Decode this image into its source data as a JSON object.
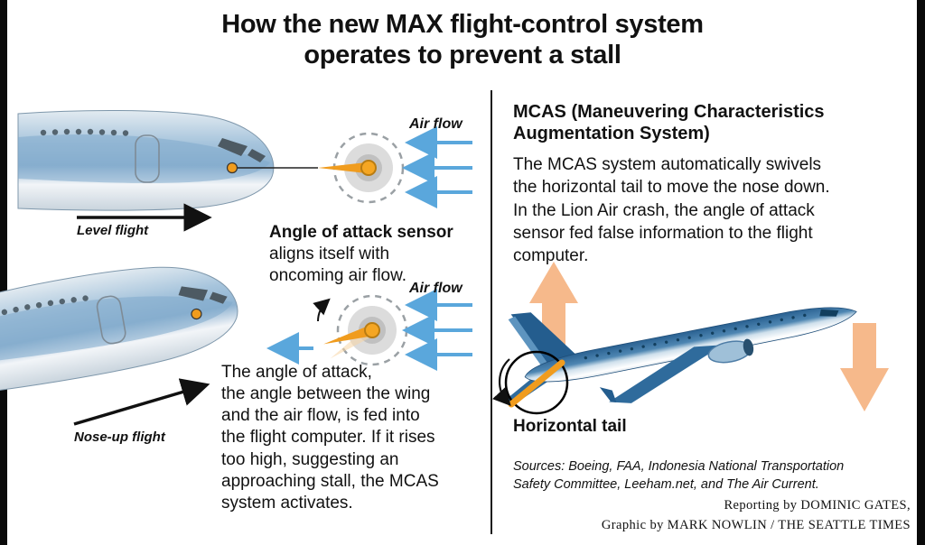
{
  "title": "How the new MAX flight-control system\noperates to prevent a stall",
  "left_panel": {
    "airflow_top": "Air flow",
    "airflow_bottom": "Air flow",
    "level_flight": "Level flight",
    "nose_up_flight": "Nose-up flight",
    "sensor_title": "Angle of attack sensor",
    "sensor_caption": "aligns itself with\noncoming air flow.",
    "aoa_text": "The angle of attack,\nthe angle between the wing\nand the air flow, is fed into\nthe flight computer. If it rises\ntoo high, suggesting an\napproaching stall, the MCAS\nsystem activates."
  },
  "right_panel": {
    "heading": "MCAS (Maneuvering Characteristics\nAugmentation System)",
    "body": "The MCAS system automatically swivels\nthe horizontal tail to move the nose down.\nIn the Lion Air crash, the angle of attack\nsensor fed false information to the flight\ncomputer.",
    "tail_label": "Horizontal tail",
    "sources": "Sources: Boeing, FAA, Indonesia National Transportation\nSafety Committee, Leeham.net, and The Air Current.",
    "credit1": "Reporting by DOMINIC GATES,",
    "credit2": "Graphic by MARK NOWLIN / THE SEATTLE TIMES"
  },
  "colors": {
    "plane_light_blue": "#9dbfda",
    "plane_dark_blue": "#2a6191",
    "sensor_orange": "#f09c1e",
    "airflow_blue": "#5aa7dc",
    "big_arrow_orange": "#f6b98b"
  }
}
